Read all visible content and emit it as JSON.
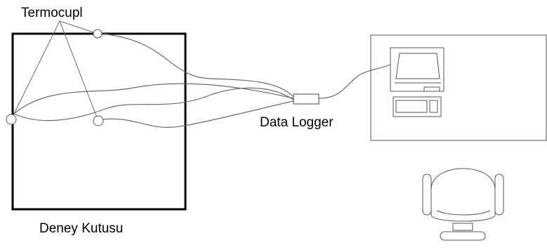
{
  "labels": {
    "thermocouple": "Termocupl",
    "data_logger": "Data Logger",
    "test_box": "Deney Kutusu"
  },
  "colors": {
    "wire": "#6b6b6b",
    "box_border": "#000000",
    "text": "#000000"
  },
  "icons": {
    "sensor": "thermocouple-sensor-icon",
    "logger": "data-logger-icon",
    "computer": "computer-monitor-icon",
    "keyboard": "keyboard-icon",
    "chair": "office-chair-icon"
  }
}
